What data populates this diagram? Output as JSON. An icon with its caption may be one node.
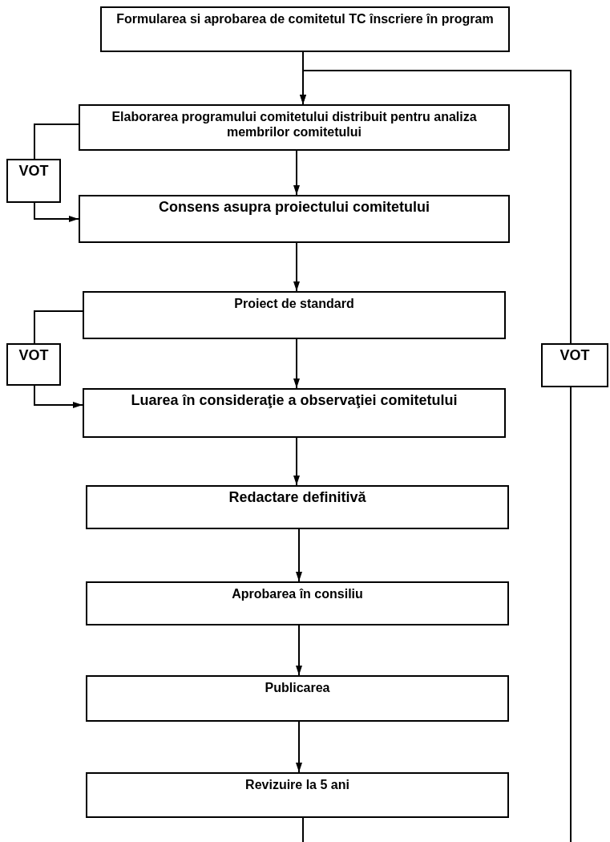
{
  "diagram": {
    "nodes": [
      {
        "text": [
          "Formularea si aprobarea de comitetul TC înscriere în program"
        ]
      },
      {
        "text": [
          "Elaborarea programului comitetului distribuit pentru analiza membrilor comitetului"
        ]
      },
      {
        "text": [
          "Consens asupra proiectului comitetului"
        ]
      },
      {
        "text": [
          "Proiect de standard"
        ]
      },
      {
        "text": [
          "Luarea în consideraţie a observaţiei comitetului"
        ]
      },
      {
        "text": [
          "Redactare definitivă"
        ]
      },
      {
        "text": [
          "Aprobarea în consiliu"
        ]
      },
      {
        "text": [
          "Publicarea"
        ]
      },
      {
        "text": [
          "Revizuire la 5 ani"
        ]
      },
      {
        "text": [
          "VOT"
        ]
      },
      {
        "text": [
          "VOT"
        ]
      },
      {
        "text": [
          "VOT"
        ]
      }
    ],
    "edges": [
      {
        "from": 0,
        "to": 1,
        "arrow": "to"
      },
      {
        "from": 1,
        "to": 2,
        "arrow": "to"
      },
      {
        "from": 2,
        "to": 3,
        "arrow": "to"
      },
      {
        "from": 3,
        "to": 4,
        "arrow": "to"
      },
      {
        "from": 4,
        "to": 5,
        "arrow": "to"
      },
      {
        "from": 5,
        "to": 6,
        "arrow": "to"
      },
      {
        "from": 6,
        "to": 7,
        "arrow": "to"
      },
      {
        "from": 7,
        "to": 8,
        "arrow": "to"
      },
      {
        "from": 1,
        "to": 9,
        "arrow": "none"
      },
      {
        "from": 9,
        "to": 2,
        "arrow": "to"
      },
      {
        "from": 3,
        "to": 10,
        "arrow": "none"
      },
      {
        "from": 10,
        "to": 4,
        "arrow": "to"
      },
      {
        "from": 8,
        "to": 11,
        "arrow": "none"
      },
      {
        "from": 11,
        "to": 1,
        "arrow": "to"
      }
    ]
  }
}
